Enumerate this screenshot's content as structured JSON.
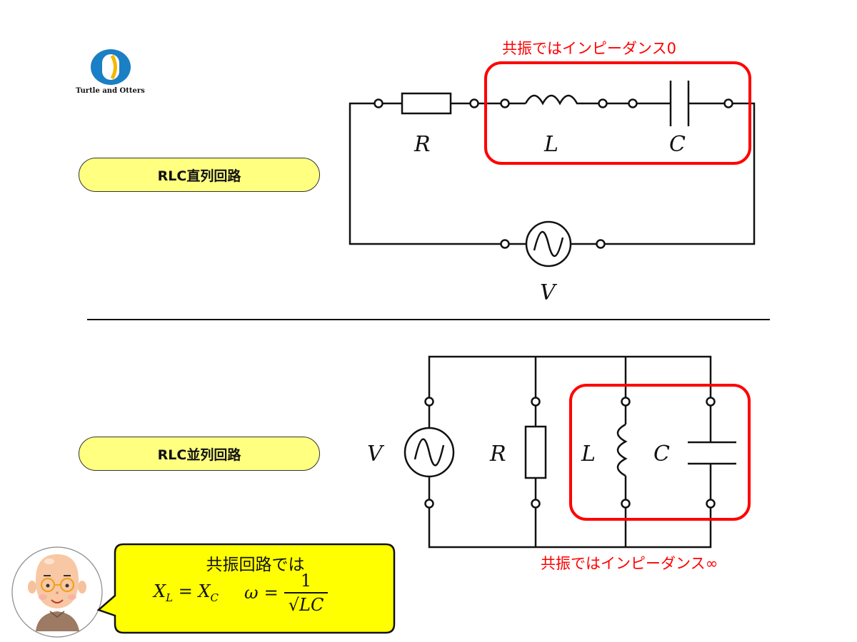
{
  "logo": {
    "name": "Turtle and Otters",
    "colors": {
      "primary": "#1a7fc4",
      "accent": "#f5b800"
    }
  },
  "series_circuit": {
    "title": "RLC直列回路",
    "components": {
      "resistor": "R",
      "inductor": "L",
      "capacitor": "C",
      "source": "V"
    },
    "annotation": "共振ではインピーダンス0"
  },
  "parallel_circuit": {
    "title": "RLC並列回路",
    "components": {
      "source": "V",
      "resistor": "R",
      "inductor": "L",
      "capacitor": "C"
    },
    "annotation": "共振ではインピーダンス∞"
  },
  "speech_bubble": {
    "heading": "共振回路では",
    "formula_left": {
      "base": "X",
      "sub": "L",
      "equals": "=",
      "rhs_base": "X",
      "rhs_sub": "C"
    },
    "formula_right": {
      "lhs": "ω",
      "equals": "=",
      "numerator": "1",
      "denominator": "√LC"
    }
  },
  "colors": {
    "highlight": "#ff0000",
    "pill_fill": "#ffff80",
    "bubble_fill": "#ffff00"
  }
}
